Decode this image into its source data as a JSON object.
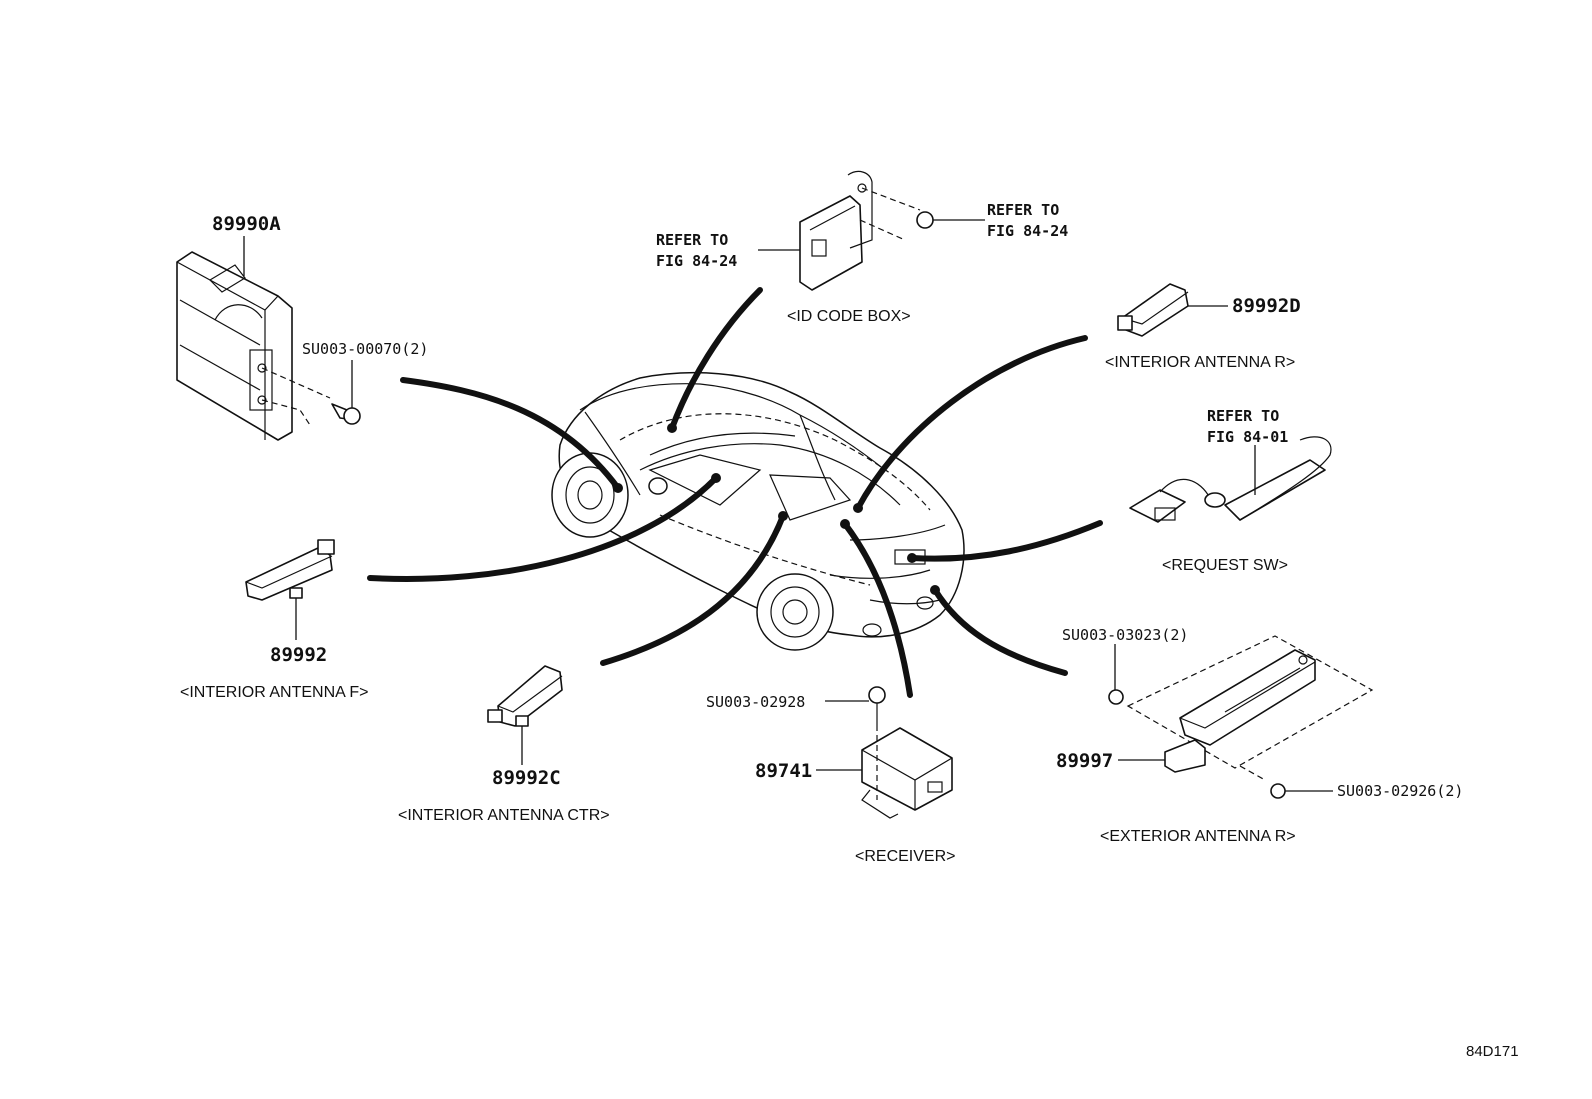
{
  "diagram": {
    "parts": {
      "ecu": {
        "number": "89990A"
      },
      "ecu_bolt": {
        "number": "SU003-00070(2)"
      },
      "id_code_box": {
        "label": "<ID CODE BOX>",
        "refer_left_1": "REFER TO",
        "refer_left_2": "FIG 84-24",
        "refer_right_1": "REFER TO",
        "refer_right_2": "FIG 84-24"
      },
      "interior_antenna_r": {
        "number": "89992D",
        "label": "<INTERIOR ANTENNA R>"
      },
      "request_sw": {
        "label": "<REQUEST SW>",
        "refer_1": "REFER TO",
        "refer_2": "FIG 84-01"
      },
      "interior_antenna_f": {
        "number": "89992",
        "label": "<INTERIOR ANTENNA F>"
      },
      "interior_antenna_ctr": {
        "number": "89992C",
        "label": "<INTERIOR ANTENNA CTR>"
      },
      "receiver": {
        "number": "89741",
        "bolt": "SU003-02928",
        "label": "<RECEIVER>"
      },
      "exterior_antenna_r": {
        "number": "89997",
        "nut": "SU003-03023(2)",
        "screw": "SU003-02926(2)",
        "label": "<EXTERIOR ANTENNA R>"
      }
    },
    "figure_code": "84D171"
  }
}
